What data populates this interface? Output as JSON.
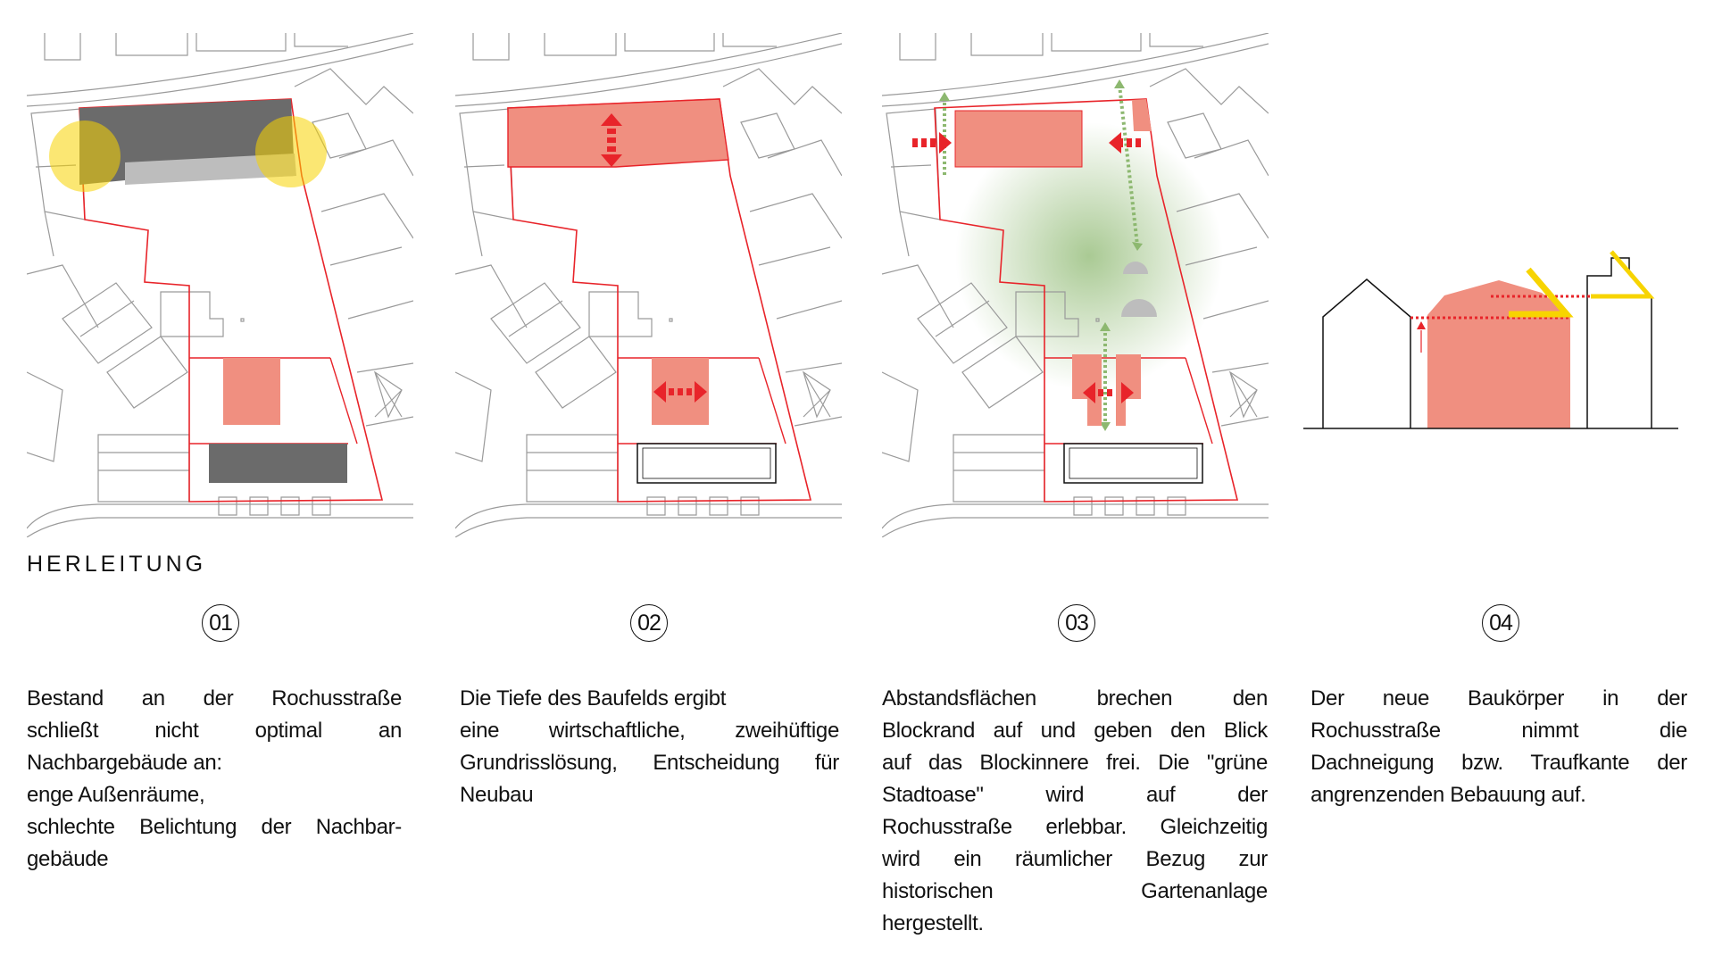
{
  "heading": "HERLEITUNG",
  "colors": {
    "red_line": "#e8242a",
    "red_fill": "#f08f80",
    "grey_block": "#6b6b6b",
    "yellow": "#f7d400",
    "green": "#8db870"
  },
  "panels": [
    {
      "number": "01",
      "lines": [
        "Bestand an der Rochusstraße",
        "schließt nicht optimal an",
        "Nachbargebäude an:",
        "enge Außenräume,",
        "schlechte Belichtung der Nachbar-",
        "gebäude"
      ]
    },
    {
      "number": "02",
      "lines": [
        "Die Tiefe des Baufelds ergibt",
        "eine wirtschaftliche, zweihüftige",
        "Grundrisslösung, Entscheidung für",
        "Neubau"
      ]
    },
    {
      "number": "03",
      "lines": [
        "Abstandsflächen brechen den",
        "Blockrand auf und geben den Blick",
        "auf das Blockinnere frei. Die \"grüne",
        "Stadtoase\" wird auf der",
        "Rochusstraße erlebbar. Gleichzeitig",
        "wird ein  räumlicher Bezug zur",
        "historischen Gartenanlage",
        "hergestellt."
      ]
    },
    {
      "number": "04",
      "lines": [
        "Der neue Baukörper in der",
        "Rochusstraße nimmt die",
        "Dachneigung bzw. Traufkante der",
        "angrenzenden Bebauung auf."
      ]
    }
  ]
}
